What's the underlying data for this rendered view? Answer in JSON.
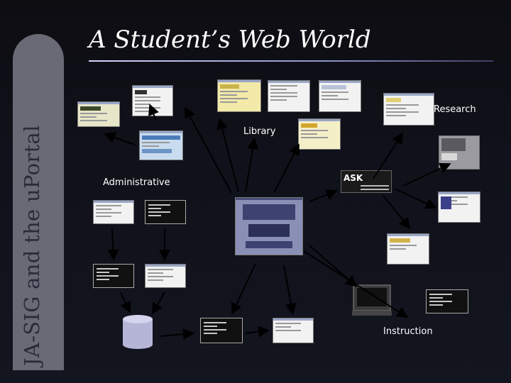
{
  "slide": {
    "title": "A Student’s Web World",
    "side_title": "JA-SIG and the uPortal"
  },
  "labels": {
    "research": "Research",
    "library": "Library",
    "administrative": "Administrative",
    "instruction": "Instruction"
  },
  "logo": {
    "text": "ASK"
  },
  "colors": {
    "background": "#10111a",
    "side_bar": "#6a6a76",
    "title_rule": "#cfd6ff",
    "arrow": "#000000"
  }
}
